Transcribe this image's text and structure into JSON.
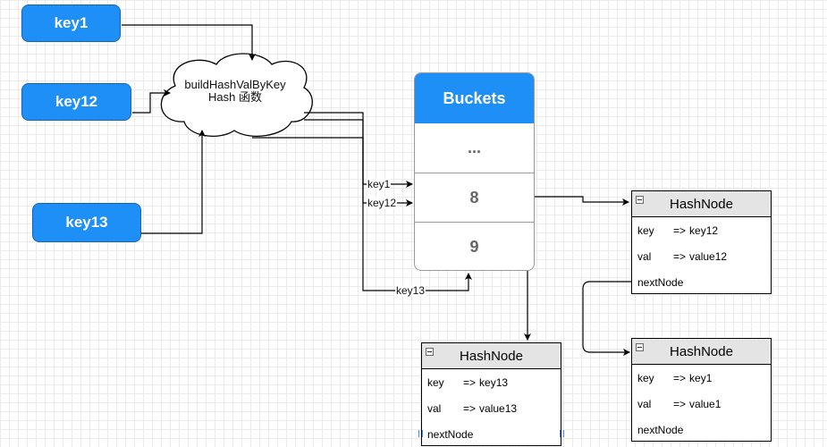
{
  "keys": [
    "key1",
    "key12",
    "key13"
  ],
  "cloud": {
    "line1": "buildHashValByKey",
    "line2": "Hash 函数"
  },
  "buckets": {
    "title": "Buckets",
    "cells": [
      "...",
      "8",
      "9"
    ]
  },
  "edge_labels": {
    "key1": "key1",
    "key12": "key12",
    "key13": "key13"
  },
  "nodes": [
    {
      "title": "HashNode",
      "key_label": "key",
      "key_arrow": "=>",
      "key_value": "key12",
      "val_label": "val",
      "val_arrow": "=>",
      "val_value": "value12",
      "next_label": "nextNode"
    },
    {
      "title": "HashNode",
      "key_label": "key",
      "key_arrow": "=>",
      "key_value": "key1",
      "val_label": "val",
      "val_arrow": "=>",
      "val_value": "value1",
      "next_label": "nextNode"
    },
    {
      "title": "HashNode",
      "key_label": "key",
      "key_arrow": "=>",
      "key_value": "key13",
      "val_label": "val",
      "val_arrow": "=>",
      "val_value": "value13",
      "next_label": "nextNode"
    }
  ],
  "colors": {
    "key_fill": "#1e8ff7",
    "header_fill": "#e4e4e4",
    "line": "#000000"
  }
}
